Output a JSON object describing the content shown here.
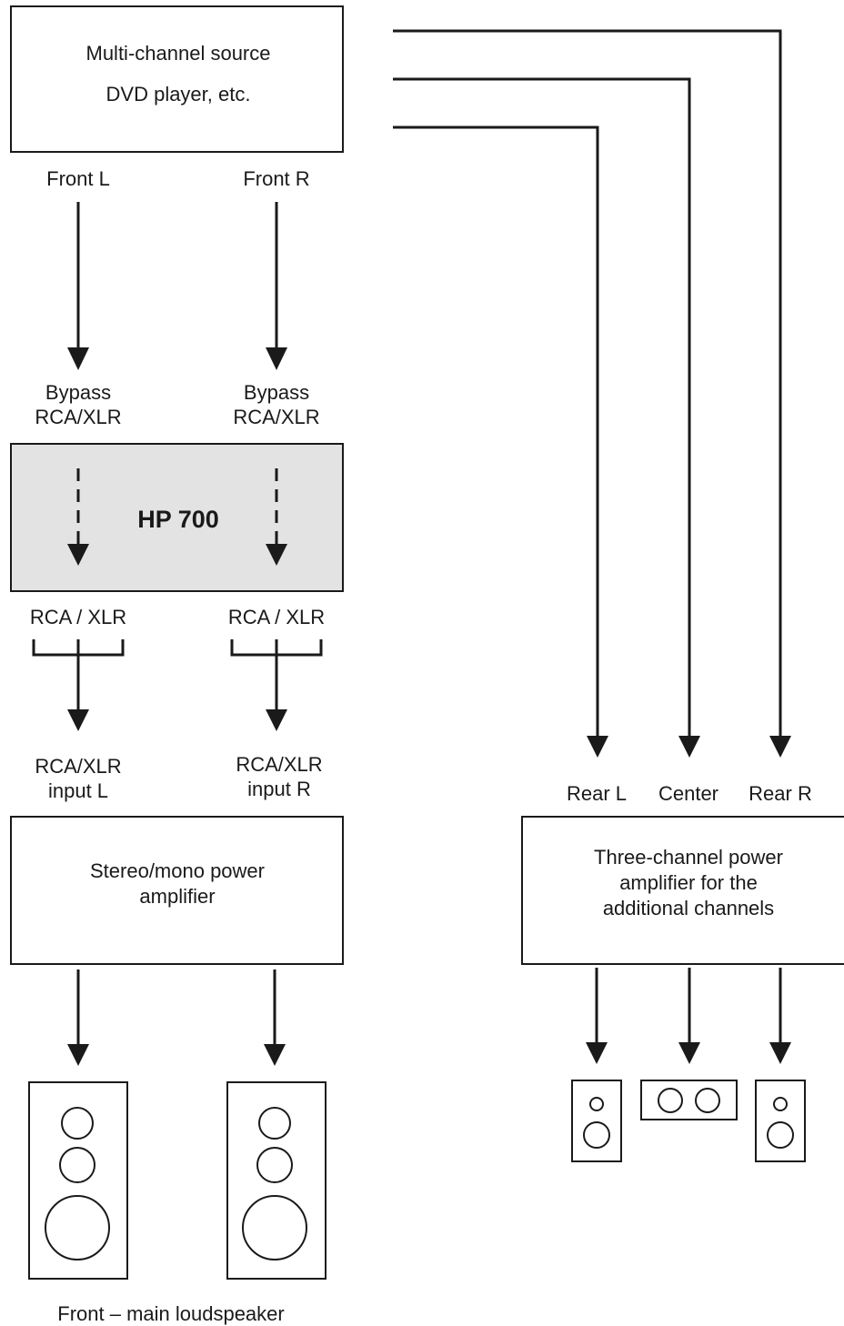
{
  "source": {
    "line1": "Multi-channel source",
    "line2": "DVD player, etc."
  },
  "outputs": {
    "front_l": "Front L",
    "front_r": "Front R"
  },
  "bypass": {
    "left": {
      "line1": "Bypass",
      "line2": "RCA/XLR"
    },
    "right": {
      "line1": "Bypass",
      "line2": "RCA/XLR"
    }
  },
  "device": {
    "name": "HP 700"
  },
  "device_outputs": {
    "left": "RCA / XLR",
    "right": "RCA / XLR"
  },
  "amp_inputs": {
    "left": {
      "line1": "RCA/XLR",
      "line2": "input L"
    },
    "right": {
      "line1": "RCA/XLR",
      "line2": "input R"
    }
  },
  "stereo_amp": {
    "line1": "Stereo/mono power",
    "line2": "amplifier"
  },
  "rear_channels": {
    "rear_l": "Rear L",
    "center": "Center",
    "rear_r": "Rear R"
  },
  "three_ch_amp": {
    "line1": "Three-channel power",
    "line2": "amplifier for the",
    "line3": "additional channels"
  },
  "front_caption": "Front – main loudspeaker"
}
